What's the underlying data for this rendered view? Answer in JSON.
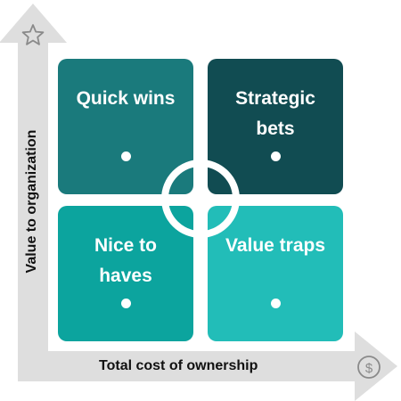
{
  "axes": {
    "y_label": "Value to organization",
    "x_label": "Total cost of ownership",
    "y_icon": "star-icon",
    "x_icon": "dollar-icon"
  },
  "quadrants": {
    "top_left": {
      "label": "Quick wins",
      "color": "#1a7a7c"
    },
    "top_right": {
      "label": "Strategic bets",
      "color": "#114c52"
    },
    "bottom_left": {
      "label": "Nice to haves",
      "color": "#0ca49e"
    },
    "bottom_right": {
      "label": "Value traps",
      "color": "#22bdb8"
    }
  },
  "colors": {
    "axis": "#dedede",
    "axis_icon": "#8a8a8a",
    "ring": "#ffffff"
  }
}
